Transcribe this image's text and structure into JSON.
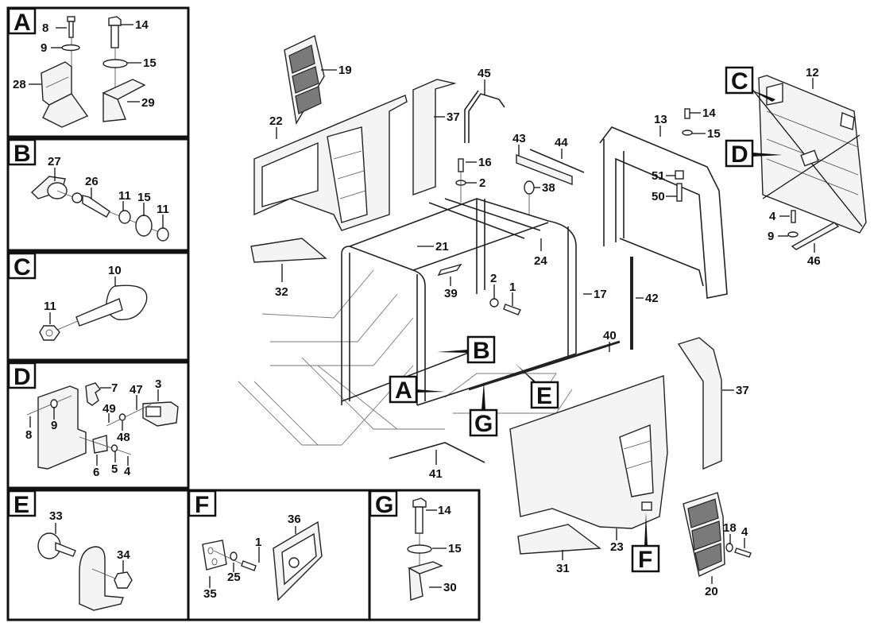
{
  "title": "Cab frame and panels exploded parts diagram",
  "detail_panels": [
    {
      "letter": "A",
      "parts": [
        {
          "num": "8",
          "name": "bolt"
        },
        {
          "num": "9",
          "name": "washer"
        },
        {
          "num": "28",
          "name": "bracket"
        },
        {
          "num": "14",
          "name": "bolt"
        },
        {
          "num": "15",
          "name": "washer"
        },
        {
          "num": "29",
          "name": "bracket"
        }
      ]
    },
    {
      "letter": "B",
      "parts": [
        {
          "num": "27",
          "name": "mount-plate"
        },
        {
          "num": "26",
          "name": "pin"
        },
        {
          "num": "11",
          "name": "nut"
        },
        {
          "num": "15",
          "name": "washer"
        },
        {
          "num": "11",
          "name": "nut"
        }
      ]
    },
    {
      "letter": "C",
      "parts": [
        {
          "num": "10",
          "name": "bumper"
        },
        {
          "num": "11",
          "name": "nut"
        }
      ]
    },
    {
      "letter": "D",
      "parts": [
        {
          "num": "7",
          "name": "clip"
        },
        {
          "num": "47",
          "name": "spacer"
        },
        {
          "num": "3",
          "name": "latch"
        },
        {
          "num": "49",
          "name": "screw"
        },
        {
          "num": "8",
          "name": "bolt"
        },
        {
          "num": "9",
          "name": "washer"
        },
        {
          "num": "48",
          "name": "washer"
        },
        {
          "num": "6",
          "name": "striker"
        },
        {
          "num": "5",
          "name": "washer"
        },
        {
          "num": "4",
          "name": "bolt"
        }
      ]
    },
    {
      "letter": "E",
      "parts": [
        {
          "num": "33",
          "name": "rubber-stop"
        },
        {
          "num": "34",
          "name": "nut"
        }
      ]
    },
    {
      "letter": "F",
      "parts": [
        {
          "num": "36",
          "name": "lock-handle"
        },
        {
          "num": "1",
          "name": "screw"
        },
        {
          "num": "35",
          "name": "plate"
        },
        {
          "num": "25",
          "name": "washer"
        }
      ]
    },
    {
      "letter": "G",
      "parts": [
        {
          "num": "14",
          "name": "bolt"
        },
        {
          "num": "15",
          "name": "washer"
        },
        {
          "num": "30",
          "name": "bracket"
        }
      ]
    }
  ],
  "main_labels": {
    "n19": "19",
    "n22": "22",
    "n37a": "37",
    "n45": "45",
    "n16": "16",
    "n2a": "2",
    "n38": "38",
    "n43": "43",
    "n44": "44",
    "n13": "13",
    "n14": "14",
    "n15": "15",
    "n51": "51",
    "n50": "50",
    "n12": "12",
    "n4a": "4",
    "n9": "9",
    "n46": "46",
    "n21": "21",
    "n24": "24",
    "n32": "32",
    "n39": "39",
    "n2b": "2",
    "n1": "1",
    "n17": "17",
    "n42": "42",
    "n40": "40",
    "n41": "41",
    "n37b": "37",
    "n31": "31",
    "n23": "23",
    "n18": "18",
    "n4b": "4",
    "n20": "20"
  },
  "callouts": {
    "A": "A",
    "B": "B",
    "C": "C",
    "D": "D",
    "E": "E",
    "F": "F",
    "G": "G"
  }
}
